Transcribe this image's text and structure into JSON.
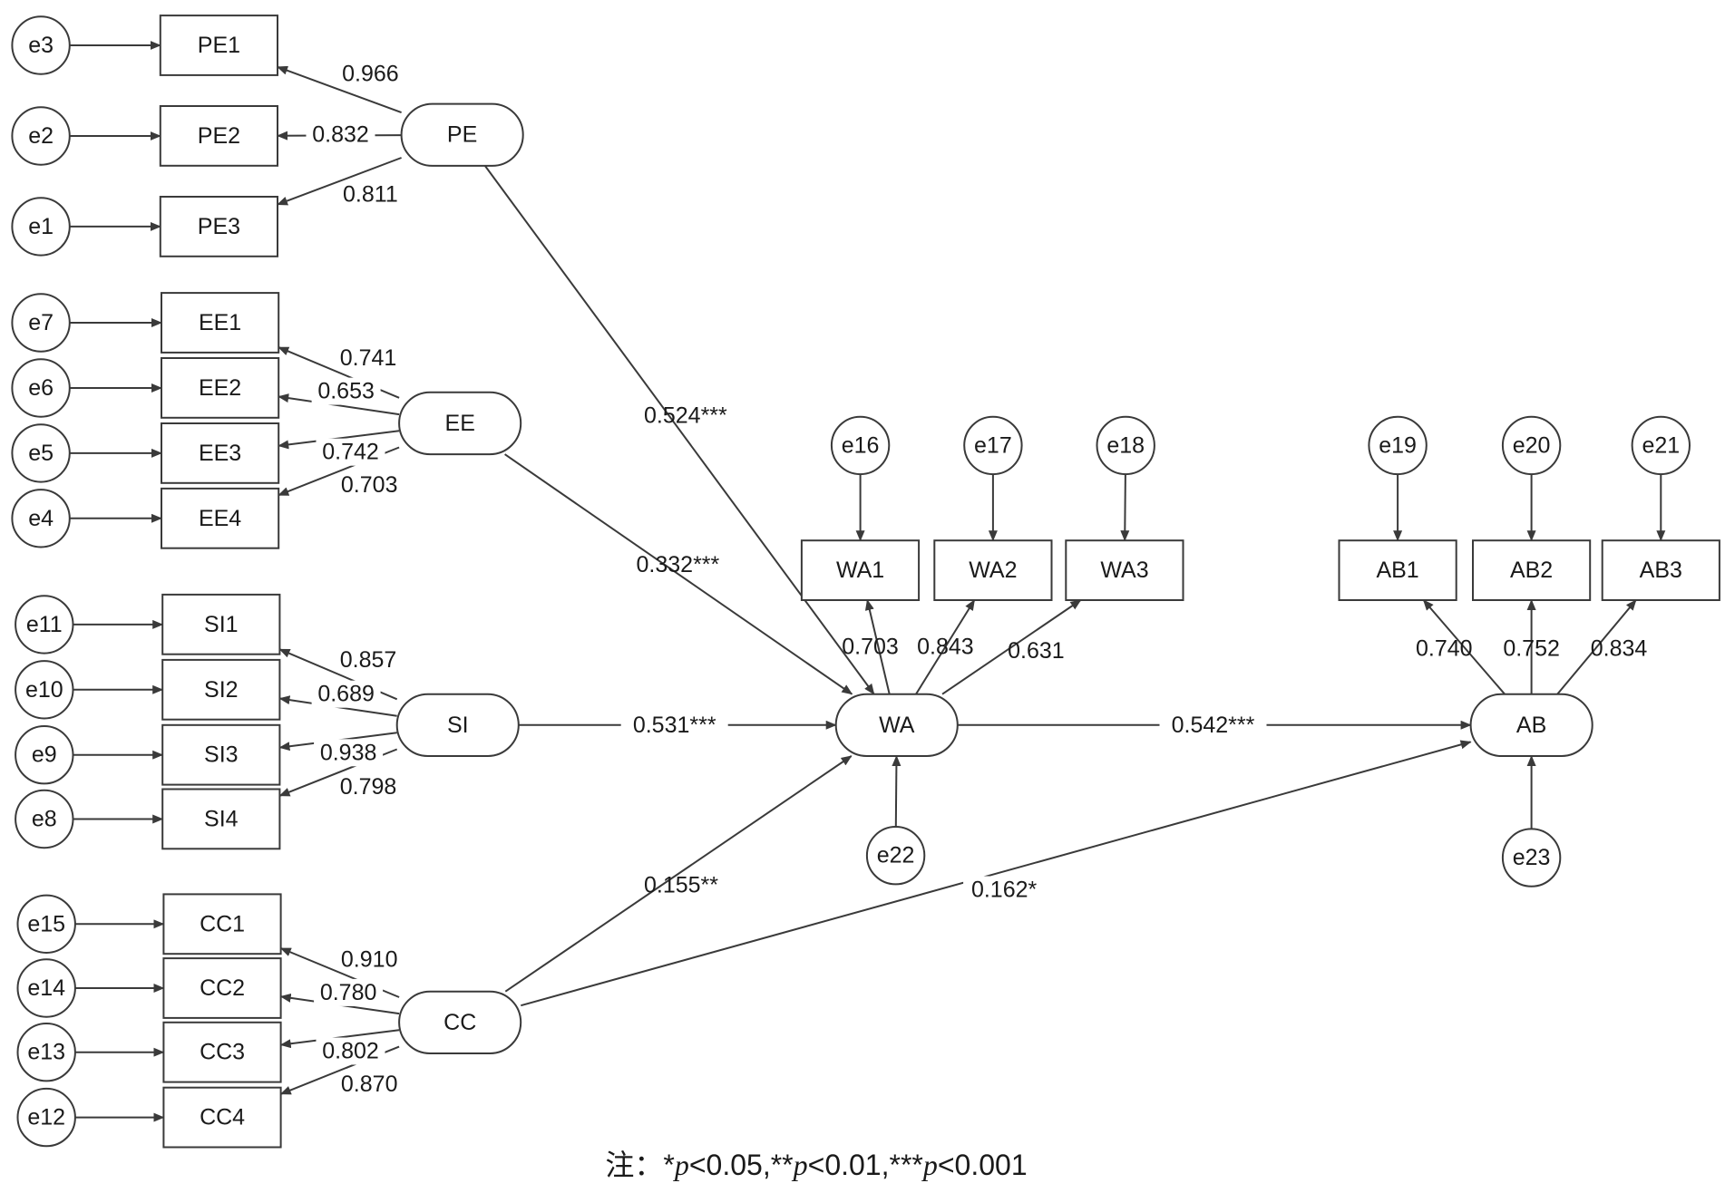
{
  "nodes": [
    {
      "id": "e3",
      "shape": "circle",
      "label": "e3"
    },
    {
      "id": "e2",
      "shape": "circle",
      "label": "e2"
    },
    {
      "id": "e1",
      "shape": "circle",
      "label": "e1"
    },
    {
      "id": "e7",
      "shape": "circle",
      "label": "e7"
    },
    {
      "id": "e6",
      "shape": "circle",
      "label": "e6"
    },
    {
      "id": "e5",
      "shape": "circle",
      "label": "e5"
    },
    {
      "id": "e4",
      "shape": "circle",
      "label": "e4"
    },
    {
      "id": "e11",
      "shape": "circle",
      "label": "e11"
    },
    {
      "id": "e10",
      "shape": "circle",
      "label": "e10"
    },
    {
      "id": "e9",
      "shape": "circle",
      "label": "e9"
    },
    {
      "id": "e8",
      "shape": "circle",
      "label": "e8"
    },
    {
      "id": "e15",
      "shape": "circle",
      "label": "e15"
    },
    {
      "id": "e14",
      "shape": "circle",
      "label": "e14"
    },
    {
      "id": "e13",
      "shape": "circle",
      "label": "e13"
    },
    {
      "id": "e12",
      "shape": "circle",
      "label": "e12"
    },
    {
      "id": "e16",
      "shape": "circle",
      "label": "e16"
    },
    {
      "id": "e17",
      "shape": "circle",
      "label": "e17"
    },
    {
      "id": "e18",
      "shape": "circle",
      "label": "e18"
    },
    {
      "id": "e19",
      "shape": "circle",
      "label": "e19"
    },
    {
      "id": "e20",
      "shape": "circle",
      "label": "e20"
    },
    {
      "id": "e21",
      "shape": "circle",
      "label": "e21"
    },
    {
      "id": "e22",
      "shape": "circle",
      "label": "e22"
    },
    {
      "id": "e23",
      "shape": "circle",
      "label": "e23"
    },
    {
      "id": "PE1",
      "shape": "box",
      "label": "PE1"
    },
    {
      "id": "PE2",
      "shape": "box",
      "label": "PE2"
    },
    {
      "id": "PE3",
      "shape": "box",
      "label": "PE3"
    },
    {
      "id": "EE1",
      "shape": "box",
      "label": "EE1"
    },
    {
      "id": "EE2",
      "shape": "box",
      "label": "EE2"
    },
    {
      "id": "EE3",
      "shape": "box",
      "label": "EE3"
    },
    {
      "id": "EE4",
      "shape": "box",
      "label": "EE4"
    },
    {
      "id": "SI1",
      "shape": "box",
      "label": "SI1"
    },
    {
      "id": "SI2",
      "shape": "box",
      "label": "SI2"
    },
    {
      "id": "SI3",
      "shape": "box",
      "label": "SI3"
    },
    {
      "id": "SI4",
      "shape": "box",
      "label": "SI4"
    },
    {
      "id": "CC1",
      "shape": "box",
      "label": "CC1"
    },
    {
      "id": "CC2",
      "shape": "box",
      "label": "CC2"
    },
    {
      "id": "CC3",
      "shape": "box",
      "label": "CC3"
    },
    {
      "id": "CC4",
      "shape": "box",
      "label": "CC4"
    },
    {
      "id": "WA1",
      "shape": "box",
      "label": "WA1"
    },
    {
      "id": "WA2",
      "shape": "box",
      "label": "WA2"
    },
    {
      "id": "WA3",
      "shape": "box",
      "label": "WA3"
    },
    {
      "id": "AB1",
      "shape": "box",
      "label": "AB1"
    },
    {
      "id": "AB2",
      "shape": "box",
      "label": "AB2"
    },
    {
      "id": "AB3",
      "shape": "box",
      "label": "AB3"
    },
    {
      "id": "PE",
      "shape": "oval",
      "label": "PE"
    },
    {
      "id": "EE",
      "shape": "oval",
      "label": "EE"
    },
    {
      "id": "SI",
      "shape": "oval",
      "label": "SI"
    },
    {
      "id": "CC",
      "shape": "oval",
      "label": "CC"
    },
    {
      "id": "WA",
      "shape": "oval",
      "label": "WA"
    },
    {
      "id": "AB",
      "shape": "oval",
      "label": "AB"
    }
  ],
  "edges": [
    {
      "from": "e3",
      "to": "PE1",
      "label": ""
    },
    {
      "from": "e2",
      "to": "PE2",
      "label": ""
    },
    {
      "from": "e1",
      "to": "PE3",
      "label": ""
    },
    {
      "from": "e7",
      "to": "EE1",
      "label": ""
    },
    {
      "from": "e6",
      "to": "EE2",
      "label": ""
    },
    {
      "from": "e5",
      "to": "EE3",
      "label": ""
    },
    {
      "from": "e4",
      "to": "EE4",
      "label": ""
    },
    {
      "from": "e11",
      "to": "SI1",
      "label": ""
    },
    {
      "from": "e10",
      "to": "SI2",
      "label": ""
    },
    {
      "from": "e9",
      "to": "SI3",
      "label": ""
    },
    {
      "from": "e8",
      "to": "SI4",
      "label": ""
    },
    {
      "from": "e15",
      "to": "CC1",
      "label": ""
    },
    {
      "from": "e14",
      "to": "CC2",
      "label": ""
    },
    {
      "from": "e13",
      "to": "CC3",
      "label": ""
    },
    {
      "from": "e12",
      "to": "CC4",
      "label": ""
    },
    {
      "from": "e16",
      "to": "WA1",
      "label": ""
    },
    {
      "from": "e17",
      "to": "WA2",
      "label": ""
    },
    {
      "from": "e18",
      "to": "WA3",
      "label": ""
    },
    {
      "from": "e19",
      "to": "AB1",
      "label": ""
    },
    {
      "from": "e20",
      "to": "AB2",
      "label": ""
    },
    {
      "from": "e21",
      "to": "AB3",
      "label": ""
    },
    {
      "from": "e22",
      "to": "WA",
      "label": ""
    },
    {
      "from": "e23",
      "to": "AB",
      "label": ""
    },
    {
      "from": "PE",
      "to": "PE1",
      "label": "0.966"
    },
    {
      "from": "PE",
      "to": "PE2",
      "label": "0.832"
    },
    {
      "from": "PE",
      "to": "PE3",
      "label": "0.811"
    },
    {
      "from": "EE",
      "to": "EE1",
      "label": "0.741"
    },
    {
      "from": "EE",
      "to": "EE2",
      "label": "0.653"
    },
    {
      "from": "EE",
      "to": "EE3",
      "label": "0.742"
    },
    {
      "from": "EE",
      "to": "EE4",
      "label": "0.703"
    },
    {
      "from": "SI",
      "to": "SI1",
      "label": "0.857"
    },
    {
      "from": "SI",
      "to": "SI2",
      "label": "0.689"
    },
    {
      "from": "SI",
      "to": "SI3",
      "label": "0.938"
    },
    {
      "from": "SI",
      "to": "SI4",
      "label": "0.798"
    },
    {
      "from": "CC",
      "to": "CC1",
      "label": "0.910"
    },
    {
      "from": "CC",
      "to": "CC2",
      "label": "0.780"
    },
    {
      "from": "CC",
      "to": "CC3",
      "label": "0.802"
    },
    {
      "from": "CC",
      "to": "CC4",
      "label": "0.870"
    },
    {
      "from": "WA",
      "to": "WA1",
      "label": "0.703"
    },
    {
      "from": "WA",
      "to": "WA2",
      "label": "0.843"
    },
    {
      "from": "WA",
      "to": "WA3",
      "label": "0.631"
    },
    {
      "from": "AB",
      "to": "AB1",
      "label": "0.740"
    },
    {
      "from": "AB",
      "to": "AB2",
      "label": "0.752"
    },
    {
      "from": "AB",
      "to": "AB3",
      "label": "0.834"
    },
    {
      "from": "PE",
      "to": "WA",
      "label": "0.524***"
    },
    {
      "from": "EE",
      "to": "WA",
      "label": "0.332***"
    },
    {
      "from": "SI",
      "to": "WA",
      "label": "0.531***"
    },
    {
      "from": "CC",
      "to": "WA",
      "label": "0.155**"
    },
    {
      "from": "WA",
      "to": "AB",
      "label": "0.542***"
    },
    {
      "from": "CC",
      "to": "AB",
      "label": "0.162*"
    }
  ],
  "note": {
    "prefix": "注：",
    "parts": [
      {
        "stars": "*",
        "p": "p",
        "rest": "<0.05,"
      },
      {
        "stars": "**",
        "p": "p",
        "rest": "<0.01,"
      },
      {
        "stars": "***",
        "p": "p",
        "rest": "<0.001"
      }
    ]
  },
  "colors": {
    "stroke": "#3a3a3a",
    "text": "#1a1a1a",
    "background": "#ffffff"
  }
}
